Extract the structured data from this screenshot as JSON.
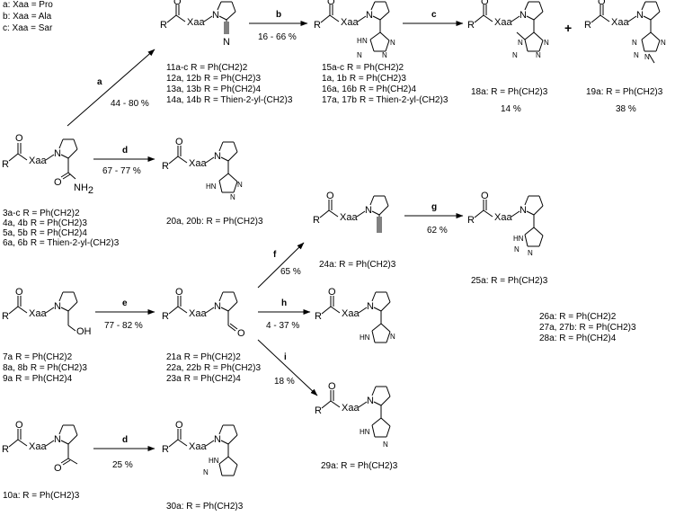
{
  "legend": [
    {
      "letter": "a",
      "text": ": Xaa = Pro"
    },
    {
      "letter": "b",
      "text": ": Xaa = Ala"
    },
    {
      "letter": "c",
      "text": ": Xaa = Sar"
    }
  ],
  "atoms": {
    "R": "R",
    "Xaa": "Xaa",
    "N": "N",
    "O": "O",
    "NH2": "NH",
    "two": "2",
    "OH": "OH",
    "HN": "HN",
    "NH": "NH",
    "H": "H"
  },
  "plus": "+",
  "steps": {
    "a": {
      "letter": "a",
      "yield": "44 - 80 %"
    },
    "b": {
      "letter": "b",
      "yield": "16 - 66 %"
    },
    "c": {
      "letter": "c"
    },
    "d1": {
      "letter": "d",
      "yield": "67 - 77 %"
    },
    "e": {
      "letter": "e",
      "yield": "77 - 82 %"
    },
    "f": {
      "letter": "f",
      "yield": "65 %"
    },
    "g": {
      "letter": "g",
      "yield": "62 %"
    },
    "h": {
      "letter": "h",
      "yield": "4 - 37 %"
    },
    "i": {
      "letter": "i",
      "yield": "18 %"
    },
    "d2": {
      "letter": "d",
      "yield": "25 %"
    }
  },
  "yields_under": {
    "c18": "14 %",
    "c19": "38 %"
  },
  "compounds": {
    "c3_6": [
      {
        "id": "3a-c",
        "r": "R = Ph(CH2)2"
      },
      {
        "id": "4a, 4b",
        "r": "R = Ph(CH2)3"
      },
      {
        "id": "5a, 5b",
        "r": "R = Ph(CH2)4"
      },
      {
        "id": "6a, 6b",
        "r": "R = Thien-2-yl-(CH2)3"
      }
    ],
    "c11_14": [
      {
        "id": "11a-c",
        "r": "R = Ph(CH2)2"
      },
      {
        "id": "12a, 12b",
        "r": "R = Ph(CH2)3"
      },
      {
        "id": "13a, 13b",
        "r": "R = Ph(CH2)4"
      },
      {
        "id": "14a, 14b",
        "r": "R = Thien-2-yl-(CH2)3"
      }
    ],
    "c15_17": [
      {
        "id": "15a-c",
        "r": "R = Ph(CH2)2"
      },
      {
        "id": "1a, 1b",
        "r": "R = Ph(CH2)3"
      },
      {
        "id": "16a, 16b",
        "r": "R = Ph(CH2)4"
      },
      {
        "id": "17a, 17b",
        "r": "R = Thien-2-yl-(CH2)3"
      }
    ],
    "c18": {
      "id": "18a",
      "r": "R = Ph(CH2)3"
    },
    "c19": {
      "id": "19a",
      "r": "R = Ph(CH2)3"
    },
    "c20": {
      "id": "20a, 20b",
      "r": "R = Ph(CH2)3"
    },
    "c7_9": [
      {
        "id": "7a",
        "r": "R = Ph(CH2)2"
      },
      {
        "id": "8a, 8b",
        "r": "R = Ph(CH2)3"
      },
      {
        "id": "9a",
        "r": "R = Ph(CH2)4"
      }
    ],
    "c21_23": [
      {
        "id": "21a",
        "r": "R = Ph(CH2)2"
      },
      {
        "id": "22a, 22b",
        "r": "R = Ph(CH2)3"
      },
      {
        "id": "23a",
        "r": "R = Ph(CH2)4"
      }
    ],
    "c24": {
      "id": "24a",
      "r": "R = Ph(CH2)3"
    },
    "c25": {
      "id": "25a",
      "r": "R = Ph(CH2)3"
    },
    "c26_28": [
      {
        "id": "26a",
        "r": "R = Ph(CH2)2"
      },
      {
        "id": "27a, 27b",
        "r": "R = Ph(CH2)3"
      },
      {
        "id": "28a",
        "r": "R = Ph(CH2)4"
      }
    ],
    "c29": {
      "id": "29a",
      "r": "R = Ph(CH2)3"
    },
    "c10": {
      "id": "10a",
      "r": "R = Ph(CH2)3"
    },
    "c30": {
      "id": "30a",
      "r": "R = Ph(CH2)3"
    }
  }
}
